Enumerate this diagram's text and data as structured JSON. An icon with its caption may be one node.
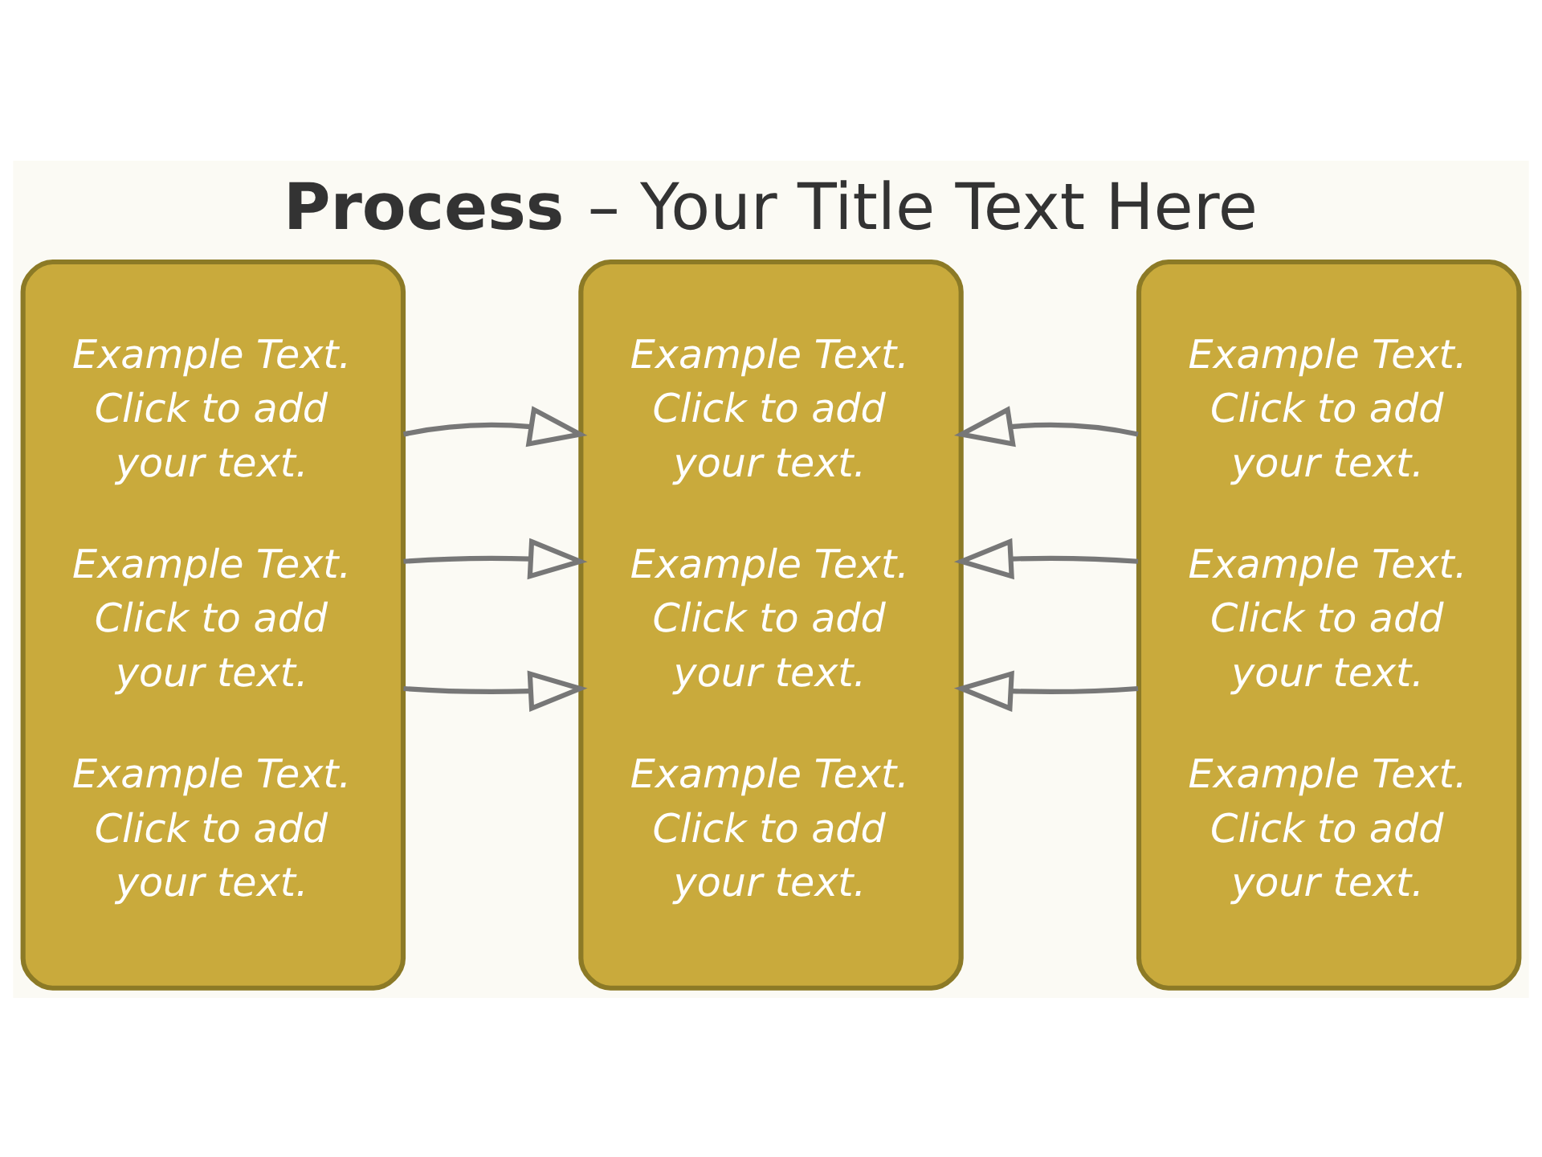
{
  "diagram": {
    "title": "**Process** – Your Title Text Here",
    "nodes": [
      {
        "text": [
          "Example Text. Click to add your text.",
          "Example Text. Click to add your text.",
          "Example Text. Click to add your text."
        ]
      },
      {
        "text": [
          "Example Text. Click to add your text.",
          "Example Text. Click to add your text.",
          "Example Text. Click to add your text."
        ]
      },
      {
        "text": [
          "Example Text. Click to add your text.",
          "Example Text. Click to add your text.",
          "Example Text. Click to add your text."
        ]
      }
    ],
    "edges": [
      {
        "from": 0,
        "to": 1,
        "arrow": "to"
      },
      {
        "from": 0,
        "to": 1,
        "arrow": "to"
      },
      {
        "from": 0,
        "to": 1,
        "arrow": "to"
      },
      {
        "from": 2,
        "to": 1,
        "arrow": "to"
      },
      {
        "from": 2,
        "to": 1,
        "arrow": "to"
      },
      {
        "from": 2,
        "to": 1,
        "arrow": "to"
      }
    ]
  }
}
